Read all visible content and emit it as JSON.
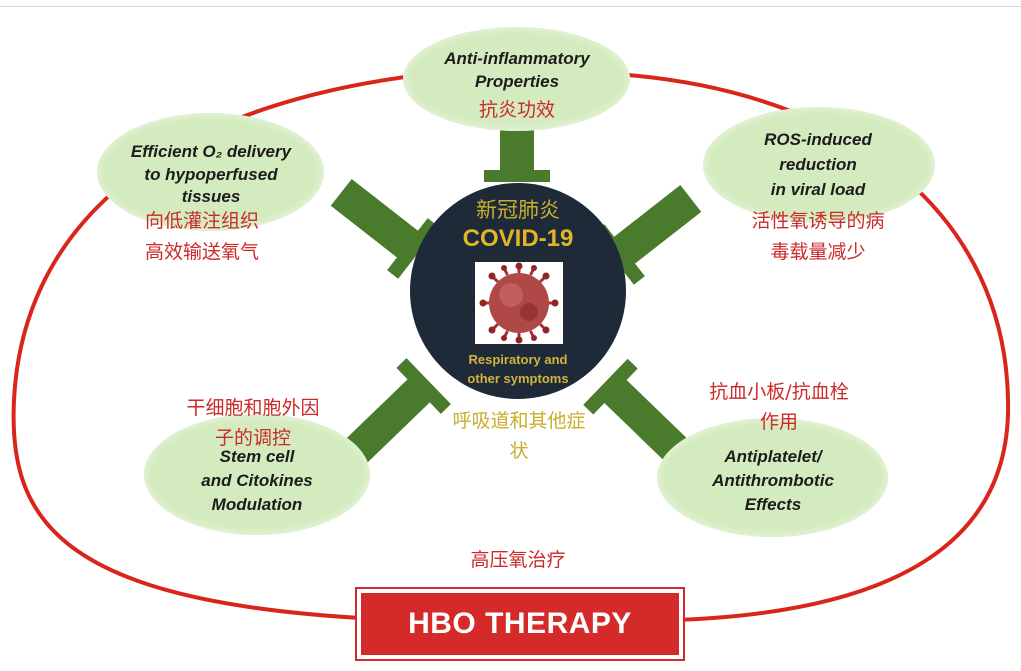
{
  "colors": {
    "ring": "#d9261c",
    "bubble": "#d4ebbf",
    "arrow": "#4a7a2c",
    "center": "#1e2a38",
    "zh_red": "#cc2a2a",
    "zh_gold": "#c8ae2a",
    "hbo_box": "#d42a2a"
  },
  "center": {
    "zh_title": "新冠肺炎",
    "title": "COVID-19",
    "caption_line1": "Respiratory and",
    "caption_line2": "other symptoms",
    "zh_caption_line1": "呼吸道和其他症",
    "zh_caption_line2": "状",
    "image_icon": "coronavirus-icon"
  },
  "nodes": {
    "anti_inflammatory": {
      "en_line1": "Anti-inflammatory",
      "en_line2": "Properties",
      "zh_line1": "抗炎功效"
    },
    "o2_delivery": {
      "en_line1": "Efficient O₂ delivery",
      "en_line2": "to hypoperfused",
      "en_line3": "tissues",
      "zh_line1": "向低灌注组织",
      "zh_line2": "高效输送氧气"
    },
    "ros": {
      "en_line1": "ROS-induced",
      "en_line2": "reduction",
      "en_line3": "in viral load",
      "zh_line1": "活性氧诱导的病",
      "zh_line2": "毒载量减少"
    },
    "stem_cell": {
      "zh_line1": "干细胞和胞外因",
      "zh_line2": "子的调控",
      "en_line1": "Stem cell",
      "en_line2": "and Citokines",
      "en_line3": "Modulation"
    },
    "antiplatelet": {
      "zh_line1": "抗血小板/抗血栓",
      "zh_line2": "作用",
      "en_line1": "Antiplatelet/",
      "en_line2": "Antithrombotic",
      "en_line3": "Effects"
    }
  },
  "therapy": {
    "zh_label": "高压氧治疗",
    "label": "HBO THERAPY"
  }
}
